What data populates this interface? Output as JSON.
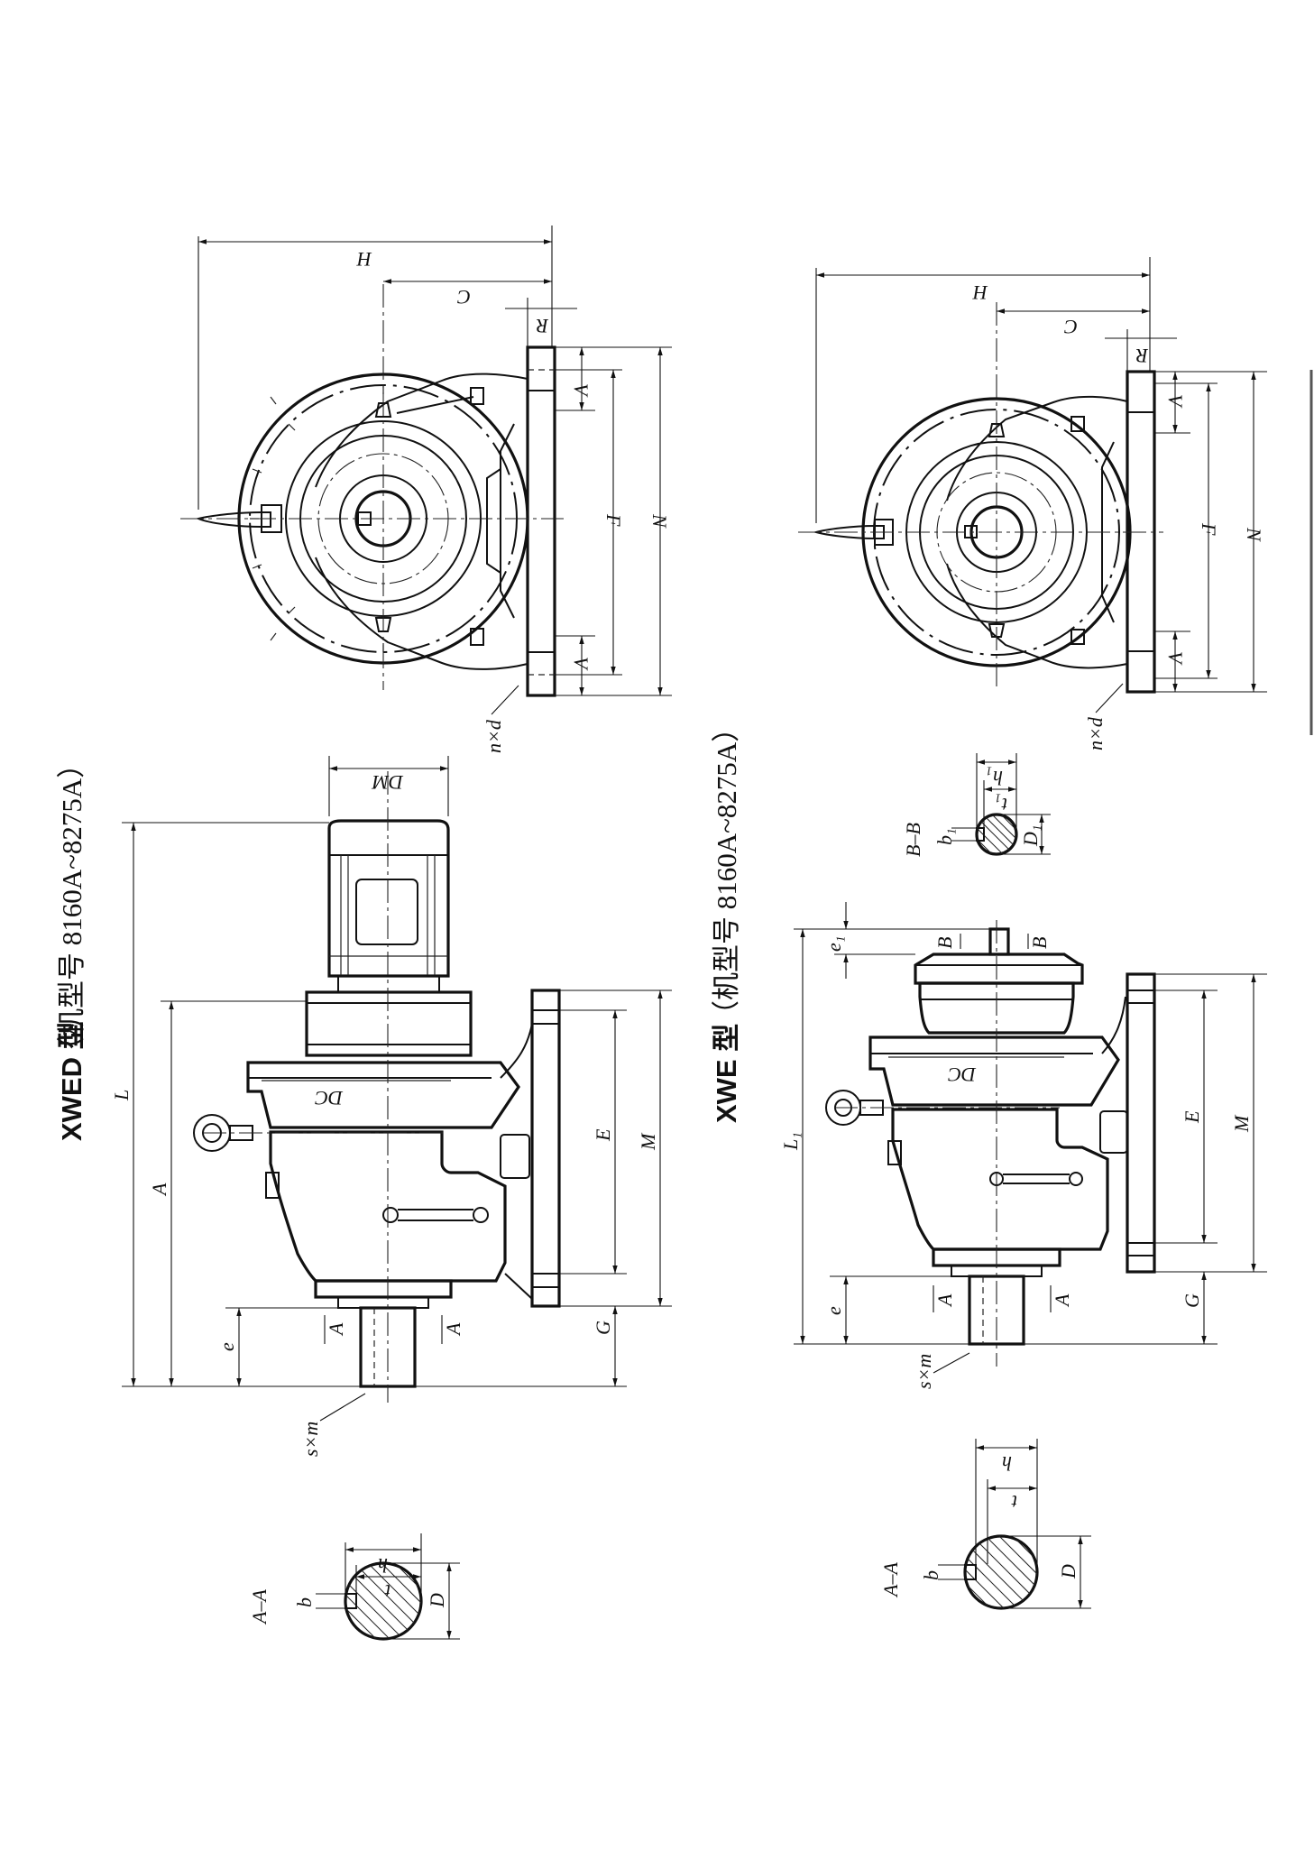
{
  "titles": {
    "xwed_model": "XWED 型",
    "xwed_range": "（机型号 8160A~8275A）",
    "xwe_model": "XWE 型",
    "xwe_range": "（机型号 8160A~8275A）"
  },
  "xwed": {
    "side_labels": {
      "H": "H",
      "C": "C",
      "R": "R",
      "V_top": "V",
      "V_bottom": "V",
      "F": "F",
      "N": "N",
      "nd": "n×d"
    },
    "front_labels": {
      "DM": "DM",
      "L": "L",
      "A": "A",
      "DC": "DC",
      "E": "E",
      "M": "M",
      "e": "e",
      "G": "G",
      "A_left": "A",
      "A_right": "A",
      "sm": "s×m"
    },
    "section": {
      "name": "A–A",
      "b": "b",
      "h": "h",
      "t": "t",
      "D": "D"
    }
  },
  "xwe": {
    "side_labels": {
      "H": "H",
      "C": "C",
      "R": "R",
      "V_top": "V",
      "V_bottom": "V",
      "F": "F",
      "N": "N",
      "nd": "n×d"
    },
    "front_labels": {
      "L1": "L₁",
      "e1": "e₁",
      "B_left": "B",
      "B_right": "B",
      "DC": "DC",
      "E": "E",
      "M": "M",
      "e": "e",
      "G": "G",
      "A_left": "A",
      "A_right": "A",
      "sm": "s×m"
    },
    "section_bb": {
      "name": "B–B",
      "b1": "b₁",
      "h1": "h₁",
      "t1": "t₁",
      "D1": "D₁"
    },
    "section_aa": {
      "name": "A–A",
      "b": "b",
      "h": "h",
      "t": "t",
      "D": "D"
    }
  }
}
